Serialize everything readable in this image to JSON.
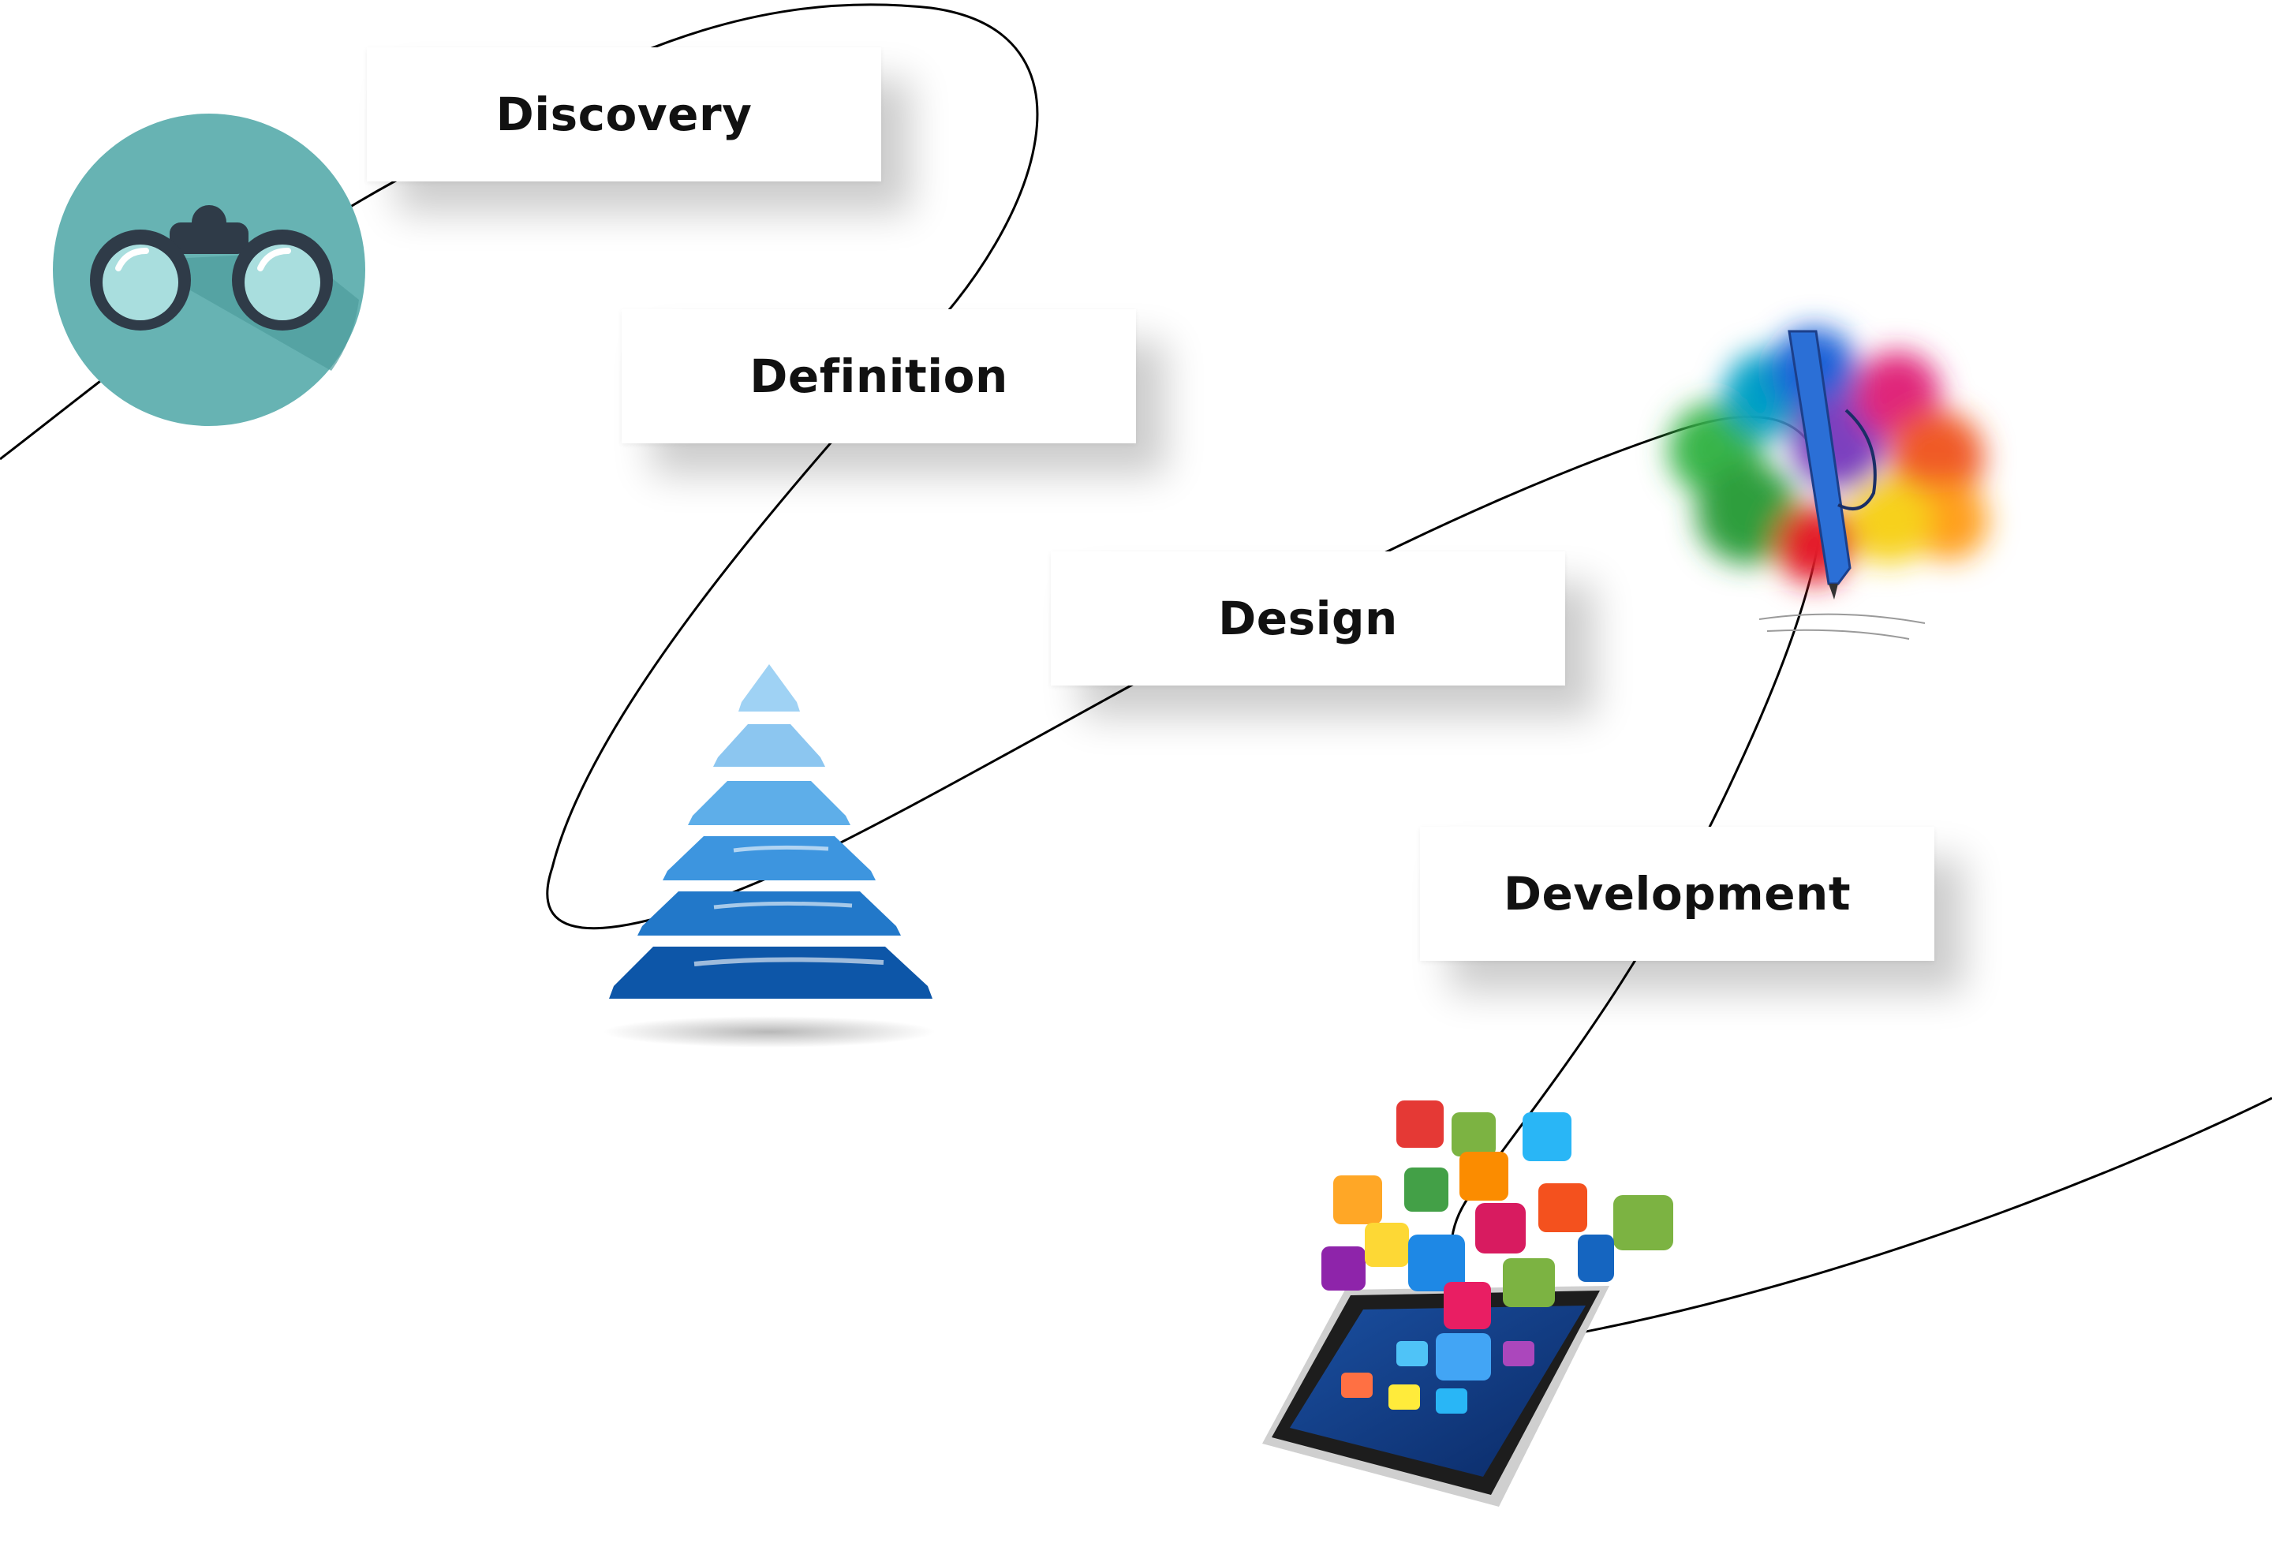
{
  "stages": [
    {
      "label": "Discovery",
      "icon": "binoculars-icon"
    },
    {
      "label": "Definition",
      "icon": "pyramid-icon"
    },
    {
      "label": "Design",
      "icon": "paint-splash-pencil-icon"
    },
    {
      "label": "Development",
      "icon": "smartphone-apps-icon"
    }
  ],
  "colors": {
    "connector": "#000000",
    "binocular_circle": "#67b3b3",
    "pyramid_blue": "#2c7fd0",
    "card_bg": "#ffffff",
    "text": "#111111"
  }
}
